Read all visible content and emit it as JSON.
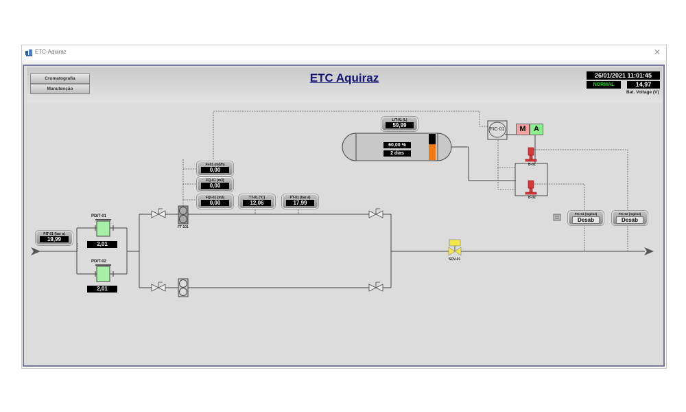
{
  "window": {
    "title": "ETC-Aquiraz",
    "close_glyph": "✕"
  },
  "header": {
    "nav_buttons": [
      {
        "label": "Cromatografia"
      },
      {
        "label": "Manutenção"
      }
    ],
    "title": "ETC Aquiraz",
    "datetime": "26/01/2021 11:01:45",
    "status": "NORMAL",
    "battery_voltage": "14,97",
    "battery_label": "Bat. Voltage (V)"
  },
  "colors": {
    "status_ok": "#19d119",
    "tank_level": "#f07a10",
    "manual_mode": "#f4a3a3",
    "auto_mode": "#8cf08c",
    "filter": "#a6f0a6",
    "sdv_valve": "#f4e64a",
    "odorizer": "#d8383c"
  },
  "instruments": {
    "pit01": {
      "tag": "PIT-01 (bar a)",
      "value": "19,99"
    },
    "pdit01": {
      "tag": "PDIT-01",
      "value": "2,01"
    },
    "pdit02": {
      "tag": "PDIT-02",
      "value": "2,01"
    },
    "fi01": {
      "tag": "FI-01 (m3/h)",
      "value": "0,00"
    },
    "fq01": {
      "tag": "FQ-01 (m3)",
      "value": "0,00"
    },
    "fqi01": {
      "tag": "FQI-01 (m3)",
      "value": "0,00"
    },
    "tt01": {
      "tag": "TT-01 (°C)",
      "value": "12,06"
    },
    "pt01": {
      "tag": "PT-01 (bar a)",
      "value": "17,99"
    },
    "lit01": {
      "tag": "LIT-01 (L)",
      "value": "59,99"
    },
    "fic01_conc": {
      "tag": "FIC-01 (mg/m3)",
      "value": "Desab"
    },
    "fic02_conc": {
      "tag": "FIC-02 (mg/m3)",
      "value": "Desab"
    }
  },
  "tank": {
    "level_percent_text": "60,00 %",
    "level_fraction": 0.6,
    "autonomy": "2 dias"
  },
  "controller": {
    "tag": "FIC-01",
    "manual_label": "M",
    "auto_label": "A"
  },
  "equipment": {
    "flow_transmitter": "FT-101",
    "sdv": "SDV-01",
    "injector1": "B-01",
    "injector2": "B-02"
  }
}
